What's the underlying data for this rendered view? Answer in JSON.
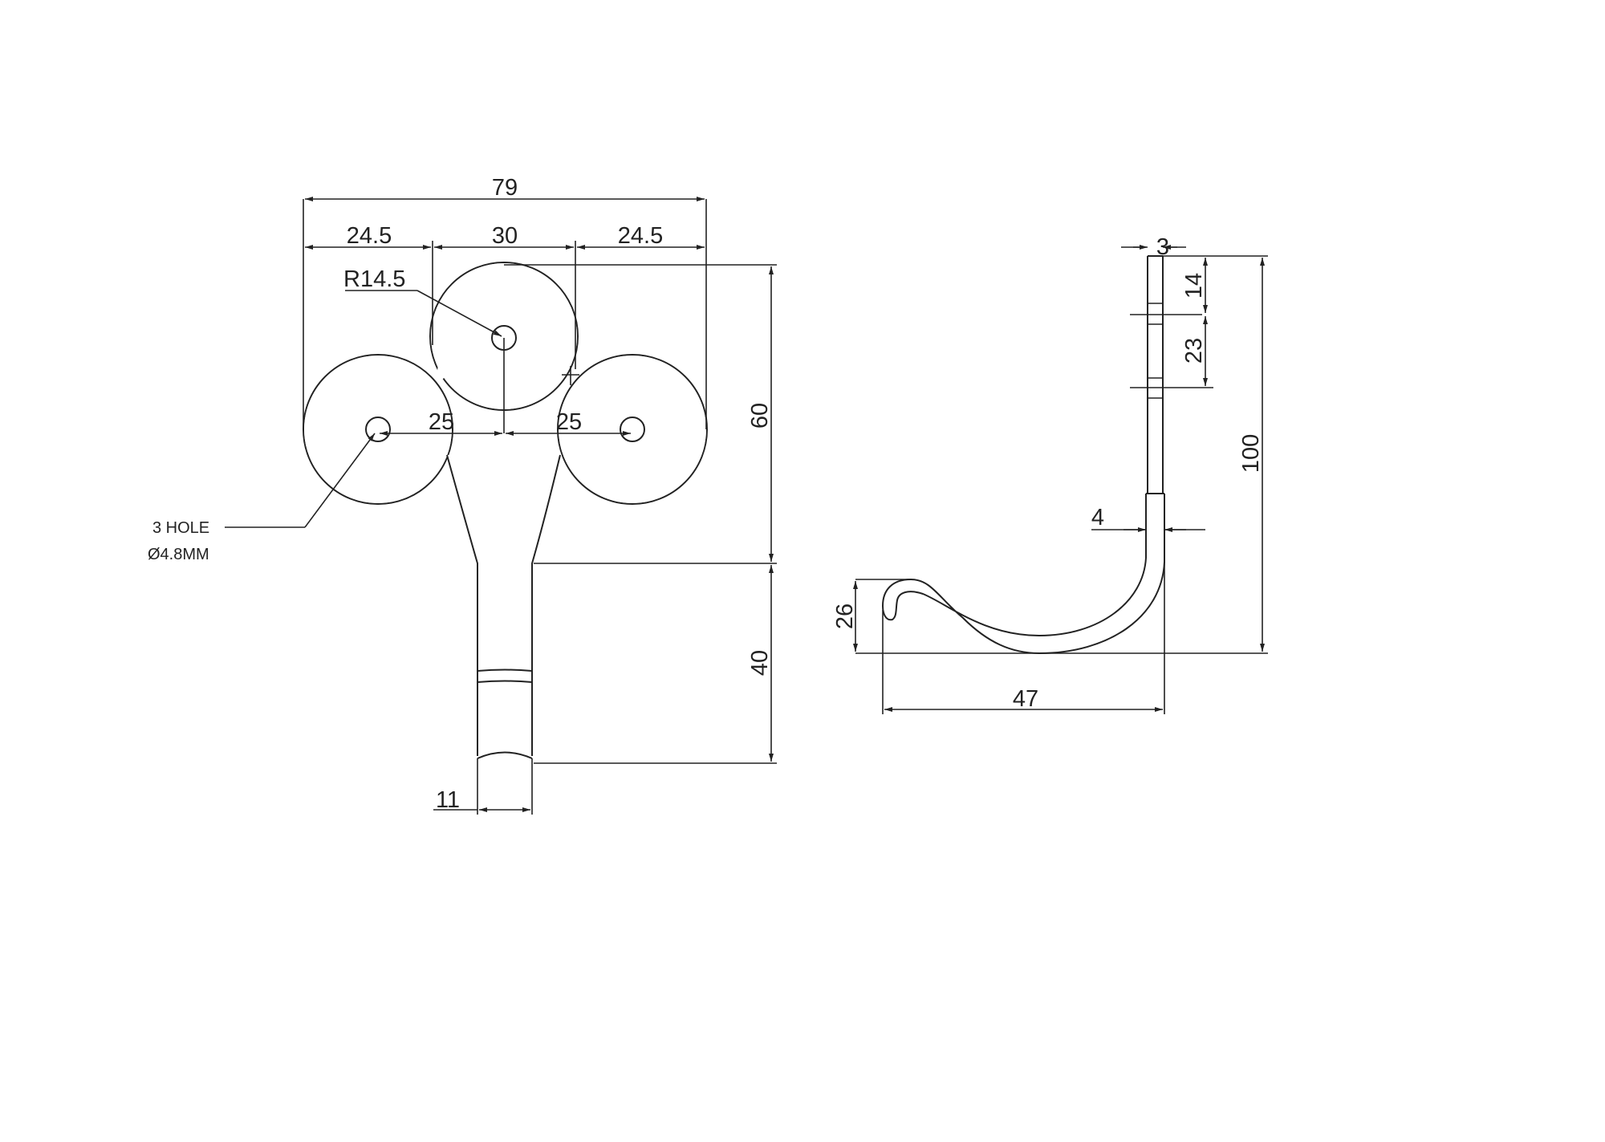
{
  "front_view": {
    "overall_width": "79",
    "left_width": "24.5",
    "middle_width": "30",
    "right_width": "24.5",
    "radius": "R14.5",
    "hole_spacing_left": "25",
    "hole_spacing_right": "25",
    "head_height": "60",
    "stem_length": "40",
    "stem_width": "11",
    "hole_note_line1": "3 HOLE",
    "hole_note_line2": "Ø4.8MM"
  },
  "side_view": {
    "plate_thickness": "3",
    "hole1_offset": "14",
    "hole_pitch": "23",
    "overall_height": "100",
    "hook_thickness": "4",
    "hook_rise": "26",
    "hook_projection": "47"
  }
}
